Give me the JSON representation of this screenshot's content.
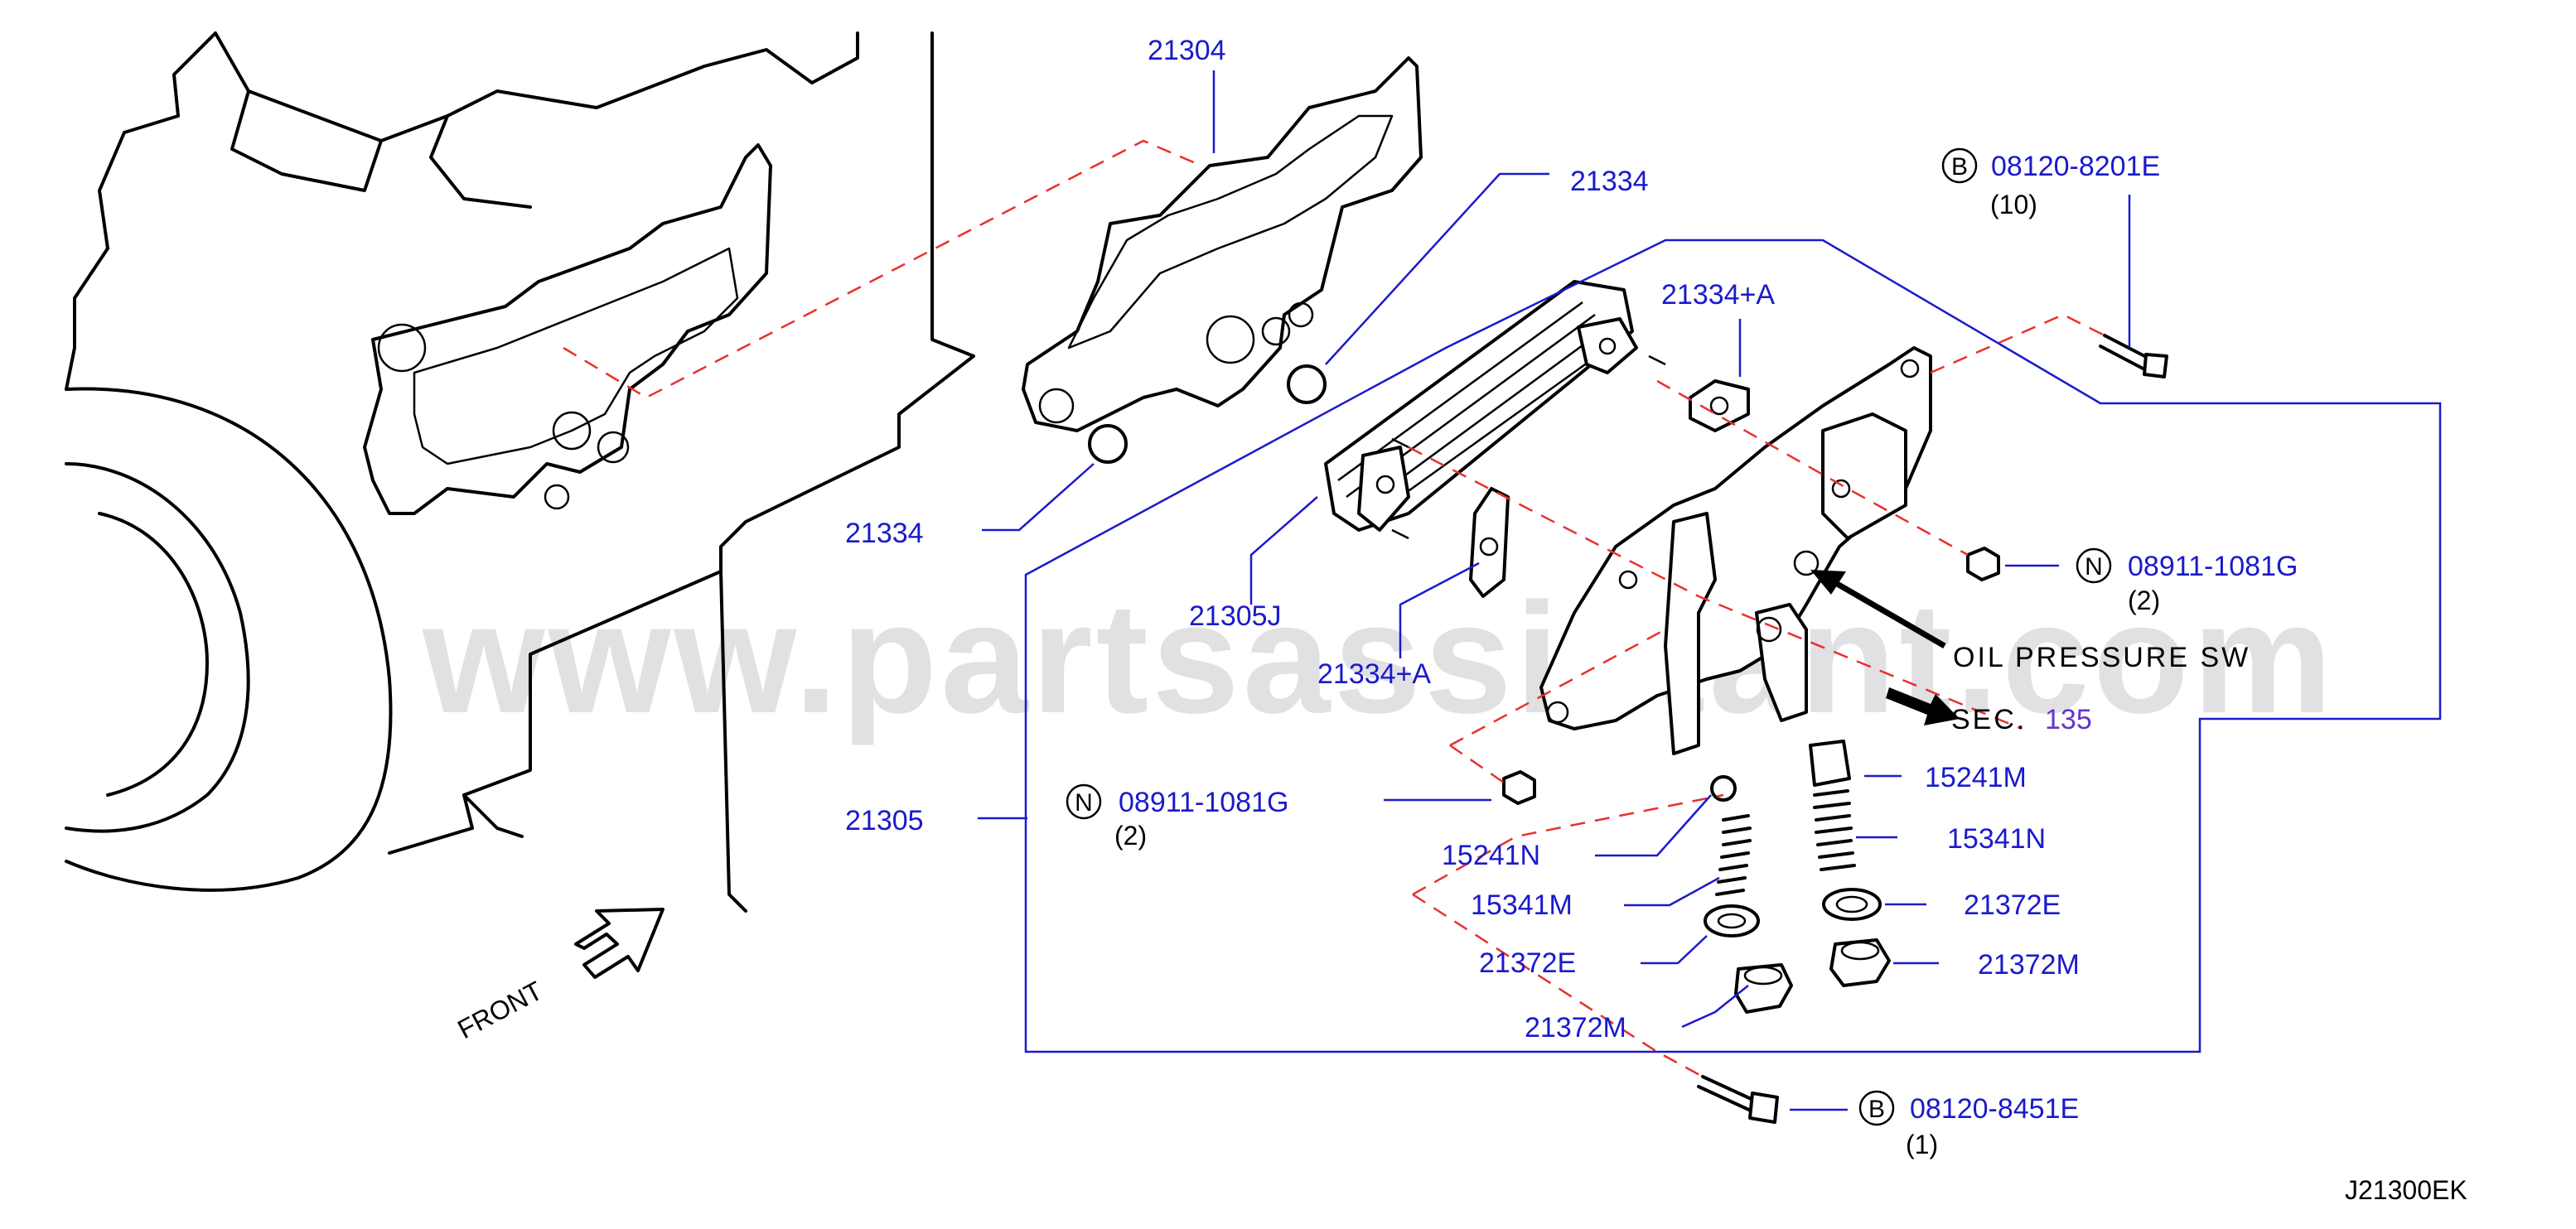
{
  "watermark": "www.partsassistant.com",
  "diagram_code": "J21300EK",
  "direction": "FRONT",
  "colors": {
    "label": "#1a1acc",
    "dash": "#e83030",
    "sec_number": "#6633cc",
    "watermark": "#c9c9cf"
  },
  "labels": {
    "p21304": "21304",
    "p21334_top": "21334",
    "p21334_left": "21334",
    "p21334A_top": "21334+A",
    "p21334A_bottom": "21334+A",
    "p21305J": "21305J",
    "p21305": "21305",
    "p15241M": "15241M",
    "p15341N": "15341N",
    "p21372E_right": "21372E",
    "p21372M_right": "21372M",
    "p15241N": "15241N",
    "p15341M": "15341M",
    "p21372E_left": "21372E",
    "p21372M_left": "21372M"
  },
  "fasteners": {
    "bolt_top": {
      "badge": "B",
      "number": "08120-8201E",
      "qty": "(10)"
    },
    "nut_right": {
      "badge": "N",
      "number": "08911-1081G",
      "qty": "(2)"
    },
    "nut_left": {
      "badge": "N",
      "number": "08911-1081G",
      "qty": "(2)"
    },
    "bolt_bottom": {
      "badge": "B",
      "number": "08120-8451E",
      "qty": "(1)"
    }
  },
  "callouts": {
    "oil_pressure": "OIL  PRESSURE  SW",
    "sec_prefix": "SEC.",
    "sec_number": "135"
  },
  "icons": {
    "front_arrow": "front-arrow-icon",
    "oil_pressure_arrow": "arrow-icon",
    "sec_arrow": "arrow-icon"
  }
}
